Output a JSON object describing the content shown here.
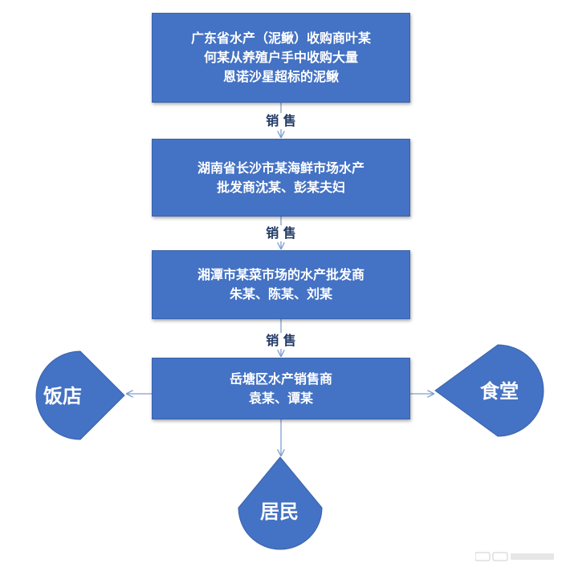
{
  "steps": [
    {
      "lines": [
        "广东省水产（泥鳅）收购商叶某",
        "何某从养殖户手中收购大量",
        "恩诺沙星超标的泥鳅"
      ]
    },
    {
      "lines": [
        "湖南省长沙市某海鲜市场水产",
        "批发商沈某、彭某夫妇"
      ]
    },
    {
      "lines": [
        "湘潭市某菜市场的水产批发商",
        "朱某、陈某、刘某"
      ]
    },
    {
      "lines": [
        "岳塘区水产销售商",
        "袁某、谭某"
      ]
    }
  ],
  "connector_label": "销 售",
  "destinations": {
    "left": "饭店",
    "right": "食堂",
    "bottom": "居民"
  },
  "colors": {
    "box_fill": "#4472c4",
    "connector": "#7f9fcf",
    "label_text": "#1f3864"
  }
}
